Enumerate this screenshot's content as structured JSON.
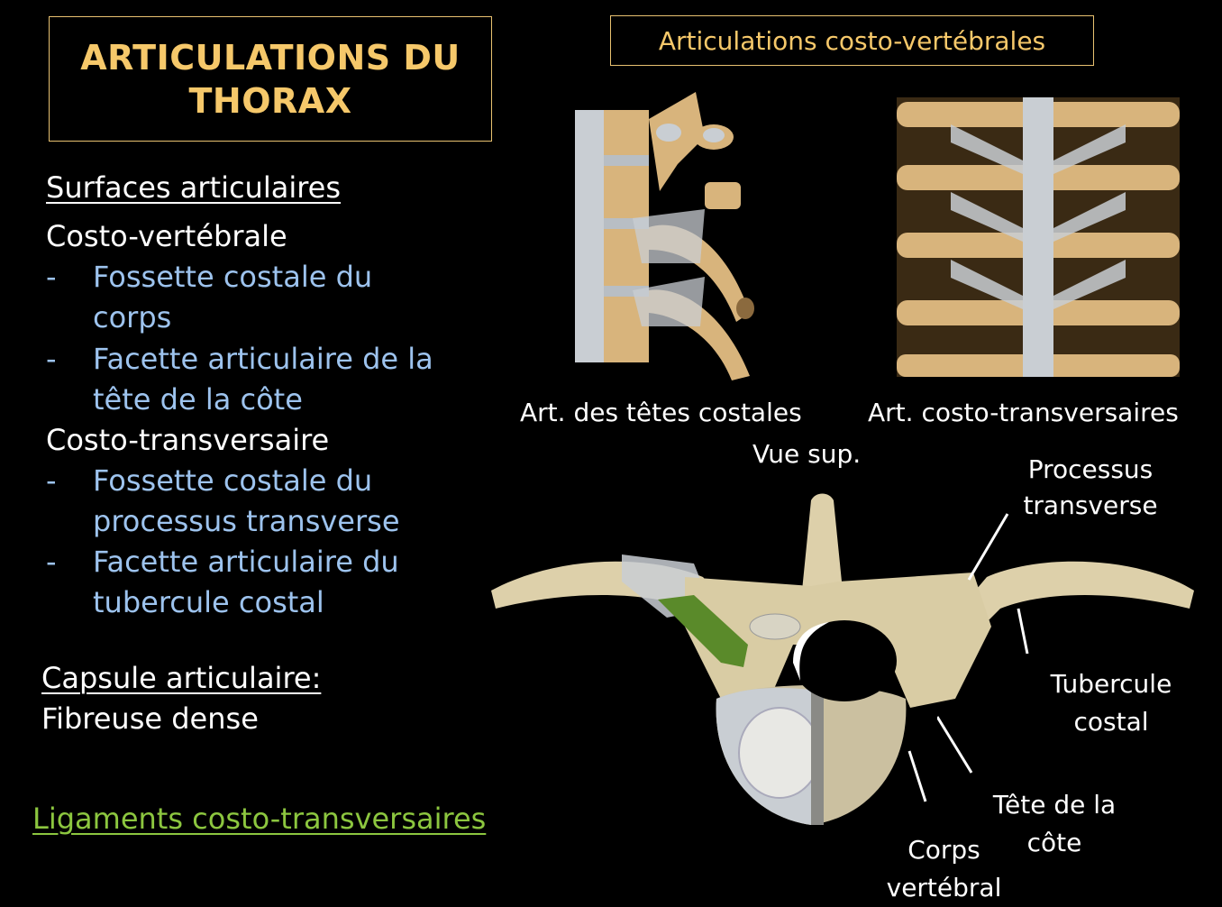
{
  "title": {
    "line1": "ARTICULATIONS DU",
    "line2": "THORAX"
  },
  "subtitle": "Articulations costo-vertébrales",
  "left": {
    "surfaces_heading": "Surfaces articulaires",
    "costo_vertebrale": "Costo-vertébrale",
    "cv_items": [
      {
        "dash": "-",
        "line1": "Fossette costale du",
        "line2": "corps"
      },
      {
        "dash": "-",
        "line1": "Facette articulaire de la",
        "line2": "tête de la côte"
      }
    ],
    "costo_transversaire": "Costo-transversaire",
    "ct_items": [
      {
        "dash": "-",
        "line1": "Fossette costale du",
        "line2": "processus transverse"
      },
      {
        "dash": "-",
        "line1": "Facette articulaire du",
        "line2": "tubercule costal"
      }
    ],
    "capsule_heading": "Capsule articulaire:",
    "capsule_value": "Fibreuse dense",
    "link": "Ligaments costo-transversaires"
  },
  "figures": {
    "caption_left": "Art. des têtes costales",
    "caption_right": "Art. costo-transversaires",
    "vue_sup": "Vue sup.",
    "labels": {
      "processus_1": "Processus",
      "processus_2": "transverse",
      "tubercule_1": "Tubercule",
      "tubercule_2": "costal",
      "tete_1": "Tête de la",
      "tete_2": "côte",
      "corps_1": "Corps",
      "corps_2": "vertébral"
    }
  },
  "colors": {
    "title": "#f6c86a",
    "border": "#e8c170",
    "blue_text": "#9dc3ee",
    "link_green": "#8cc63f",
    "bone": "#d8b47c",
    "ligament": "#c9ced3"
  }
}
